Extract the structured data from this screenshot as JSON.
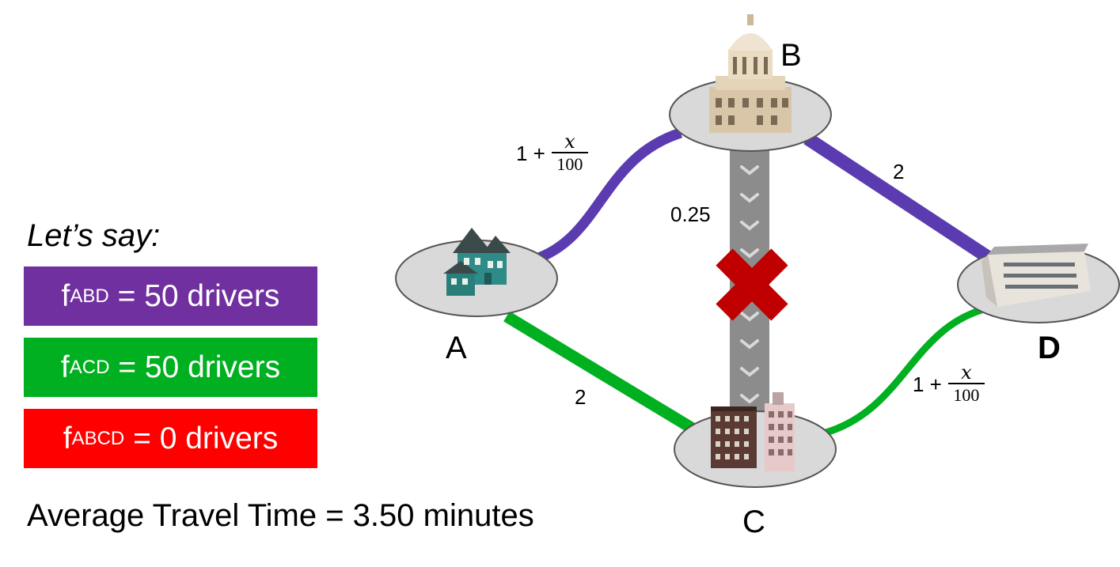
{
  "lets_say": "Let’s say:",
  "flows": [
    {
      "prefix": "f",
      "sub": "ABD",
      "suffix": " = 50 drivers",
      "color": "#7030a0"
    },
    {
      "prefix": "f",
      "sub": "ACD",
      "suffix": " = 50 drivers",
      "color": "#00b020"
    },
    {
      "prefix": "f",
      "sub": "ABCD",
      "suffix": " = 0 drivers",
      "color": "#ff0000"
    }
  ],
  "average_travel_time": "Average Travel Time = 3.50 minutes",
  "nodes": {
    "a": "A",
    "b": "B",
    "c": "C",
    "d": "D"
  },
  "edges": {
    "ab": {
      "const": "1 +",
      "num": "x",
      "den": "100",
      "color": "#5b3cb0"
    },
    "bd": {
      "label": "2",
      "color": "#5b3cb0"
    },
    "ac": {
      "label": "2",
      "color": "#00b020"
    },
    "cd": {
      "const": "1 +",
      "num": "x",
      "den": "100",
      "color": "#00b020"
    },
    "bc": {
      "label": "0.25",
      "status": "closed",
      "marker_color": "#c00000"
    }
  }
}
